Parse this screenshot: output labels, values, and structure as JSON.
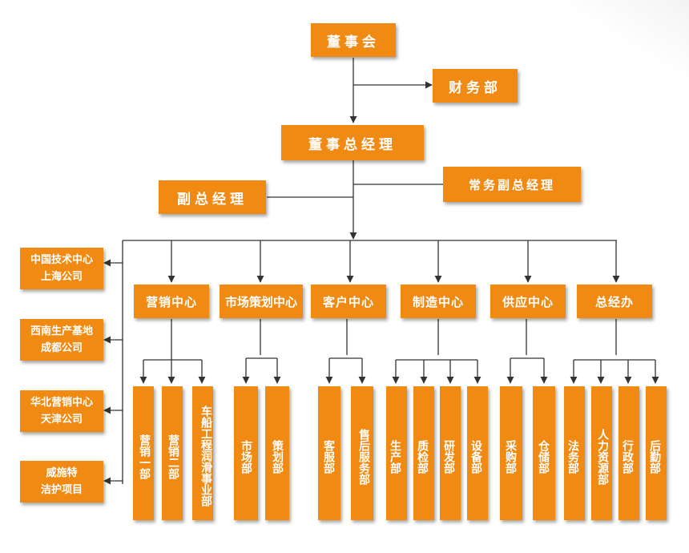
{
  "top": {
    "board": "董事会",
    "finance": "财务部",
    "gm": "董事总经理",
    "deputy_gm": "副总经理",
    "exec_deputy_gm": "常务副总经理"
  },
  "side_units": [
    {
      "label": "中国技术中心\n上海公司"
    },
    {
      "label": "西南生产基地\n成都公司"
    },
    {
      "label": "华北营销中心\n天津公司"
    },
    {
      "label": "威施特\n洁护项目"
    }
  ],
  "centers": [
    {
      "label": "营销中心",
      "departments": [
        "营销一部",
        "营销二部",
        "车船工程润滑事业部"
      ]
    },
    {
      "label": "市场策划中心",
      "departments": [
        "市场部",
        "策划部"
      ]
    },
    {
      "label": "客户中心",
      "departments": [
        "客服部",
        "售后服务部"
      ]
    },
    {
      "label": "制造中心",
      "departments": [
        "生产部",
        "质检部",
        "研发部",
        "设备部"
      ]
    },
    {
      "label": "供应中心",
      "departments": [
        "采购部",
        "仓储部"
      ]
    },
    {
      "label": "总经办",
      "departments": [
        "法务部",
        "人力资源部",
        "行政部",
        "后勤部"
      ]
    }
  ],
  "colors": {
    "box": "#f08a12",
    "line": "#333333",
    "text": "#ffffff"
  }
}
